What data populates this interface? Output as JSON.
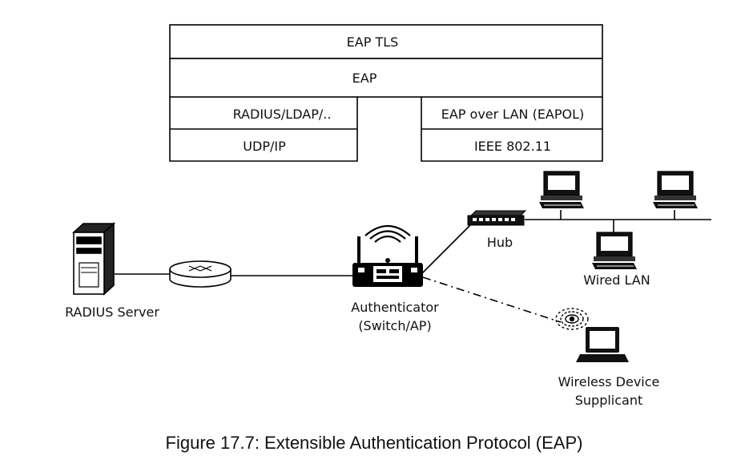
{
  "stack": {
    "eap_tls": "EAP TLS",
    "eap": "EAP",
    "radius_ldap": "RADIUS/LDAP/..",
    "udp_ip": "UDP/IP",
    "eapol": "EAP over LAN (EAPOL)",
    "ieee": "IEEE 802.11"
  },
  "nodes": {
    "radius_server": "RADIUS Server",
    "authenticator_line1": "Authenticator",
    "authenticator_line2": "(Switch/AP)",
    "hub": "Hub",
    "wired_lan": "Wired LAN",
    "wireless_line1": "Wireless Device",
    "wireless_line2": "Supplicant"
  },
  "caption": "Figure 17.7: Extensible Authentication Protocol (EAP)"
}
